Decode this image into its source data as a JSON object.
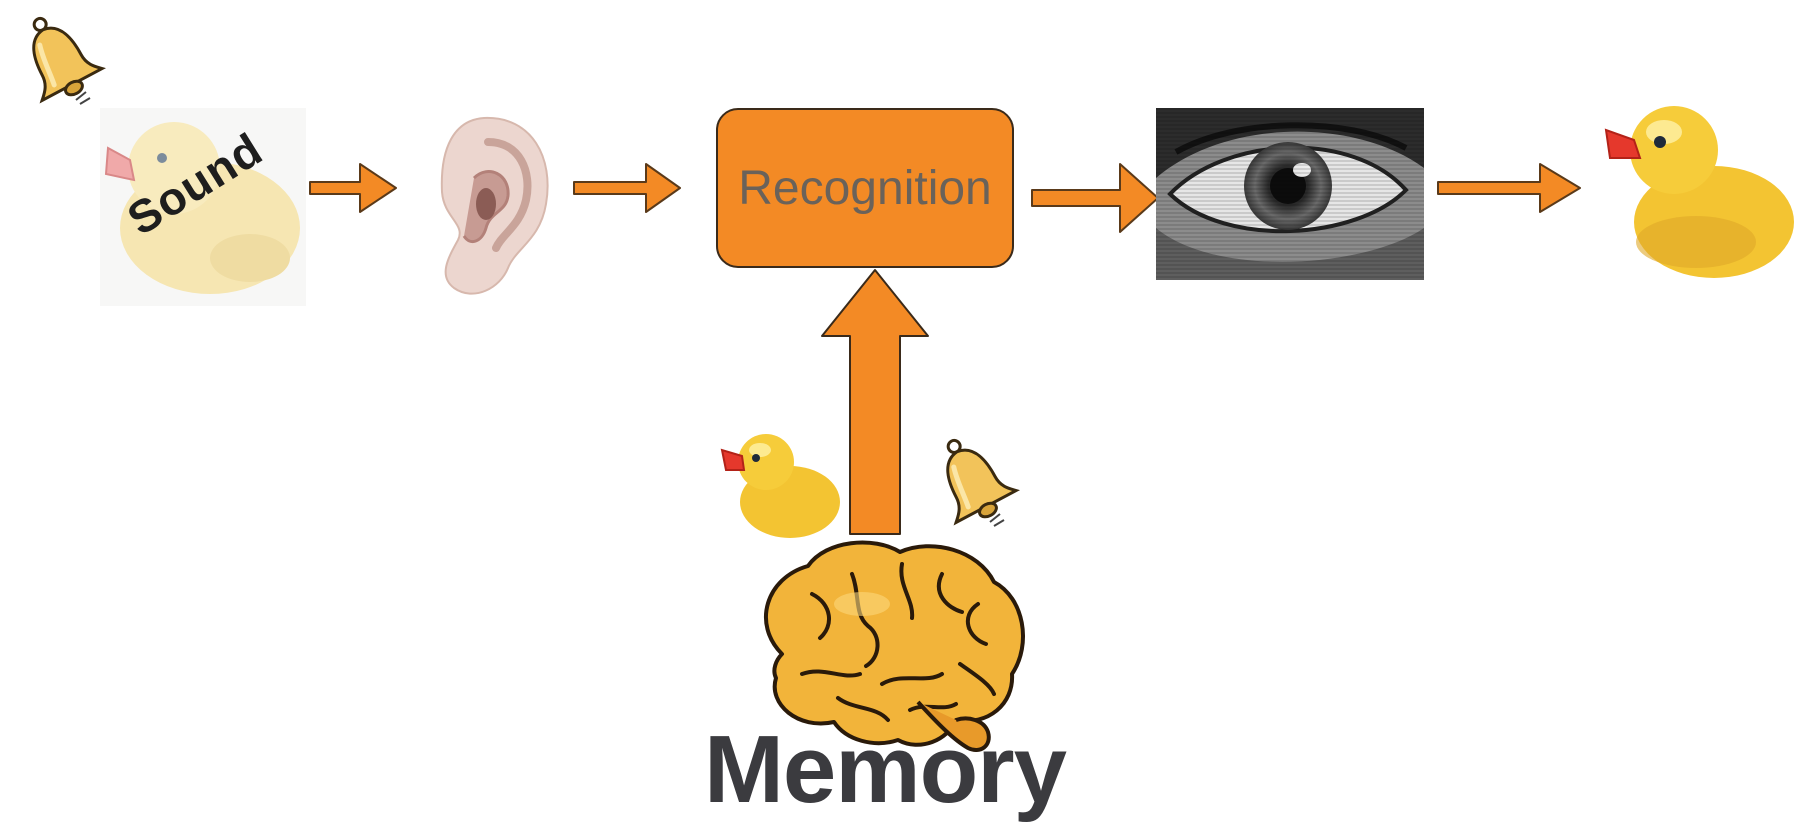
{
  "diagram": {
    "sound_label": "Sound",
    "recognition_label": "Recognition",
    "memory_label": "Memory"
  },
  "colors": {
    "accent_orange": "#f38a25",
    "arrow_outline": "#5a3a1a",
    "label_gray": "#6a625a",
    "memory_text": "#3b3b3f"
  },
  "icons": {
    "top_left": "bell-icon",
    "input": "sound-duck-image",
    "receptor": "ear-icon",
    "output_sense": "eye-icon",
    "output": "duck-icon",
    "memory_items": [
      "duck-icon",
      "bell-icon"
    ],
    "memory_source": "brain-icon"
  }
}
